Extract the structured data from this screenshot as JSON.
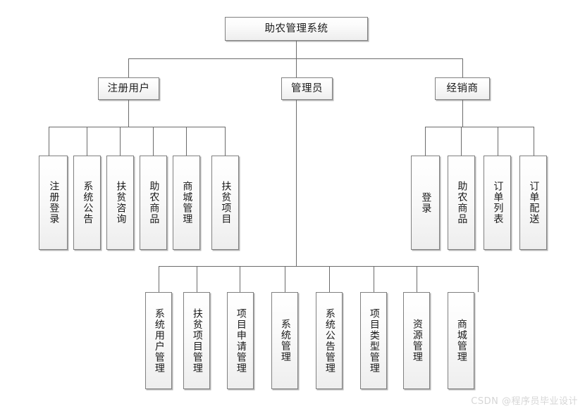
{
  "diagram": {
    "type": "org-tree",
    "title": "助农管理系统",
    "watermark": "CSDN @程序员毕业设计",
    "root": {
      "id": "root",
      "label": "助农管理系统"
    },
    "level2": [
      {
        "id": "registered-user",
        "label": "注册用户"
      },
      {
        "id": "administrator",
        "label": "管理员"
      },
      {
        "id": "distributor",
        "label": "经销商"
      }
    ],
    "registered_user_children": [
      {
        "id": "register-login",
        "label": "注册登录"
      },
      {
        "id": "system-announcement",
        "label": "系统公告"
      },
      {
        "id": "poverty-consult",
        "label": "扶贫咨询"
      },
      {
        "id": "farm-product",
        "label": "助农商品"
      },
      {
        "id": "mall-manage",
        "label": "商城管理"
      },
      {
        "id": "poverty-project",
        "label": "扶贫项目"
      }
    ],
    "distributor_children": [
      {
        "id": "login",
        "label": "登录"
      },
      {
        "id": "farm-product-dist",
        "label": "助农商品"
      },
      {
        "id": "order-list",
        "label": "订单列表"
      },
      {
        "id": "order-delivery",
        "label": "订单配送"
      }
    ],
    "administrator_children": [
      {
        "id": "system-user-manage",
        "label": "系统用户管理"
      },
      {
        "id": "poverty-project-manage",
        "label": "扶贫项目管理"
      },
      {
        "id": "project-apply-manage",
        "label": "项目申请管理"
      },
      {
        "id": "system-manage",
        "label": "系统管理"
      },
      {
        "id": "system-announcement-manage",
        "label": "系统公告管理"
      },
      {
        "id": "project-type-manage",
        "label": "项目类型管理"
      },
      {
        "id": "resource-manage",
        "label": "资源管理"
      },
      {
        "id": "mall-manage-admin",
        "label": "商城管理"
      }
    ]
  }
}
